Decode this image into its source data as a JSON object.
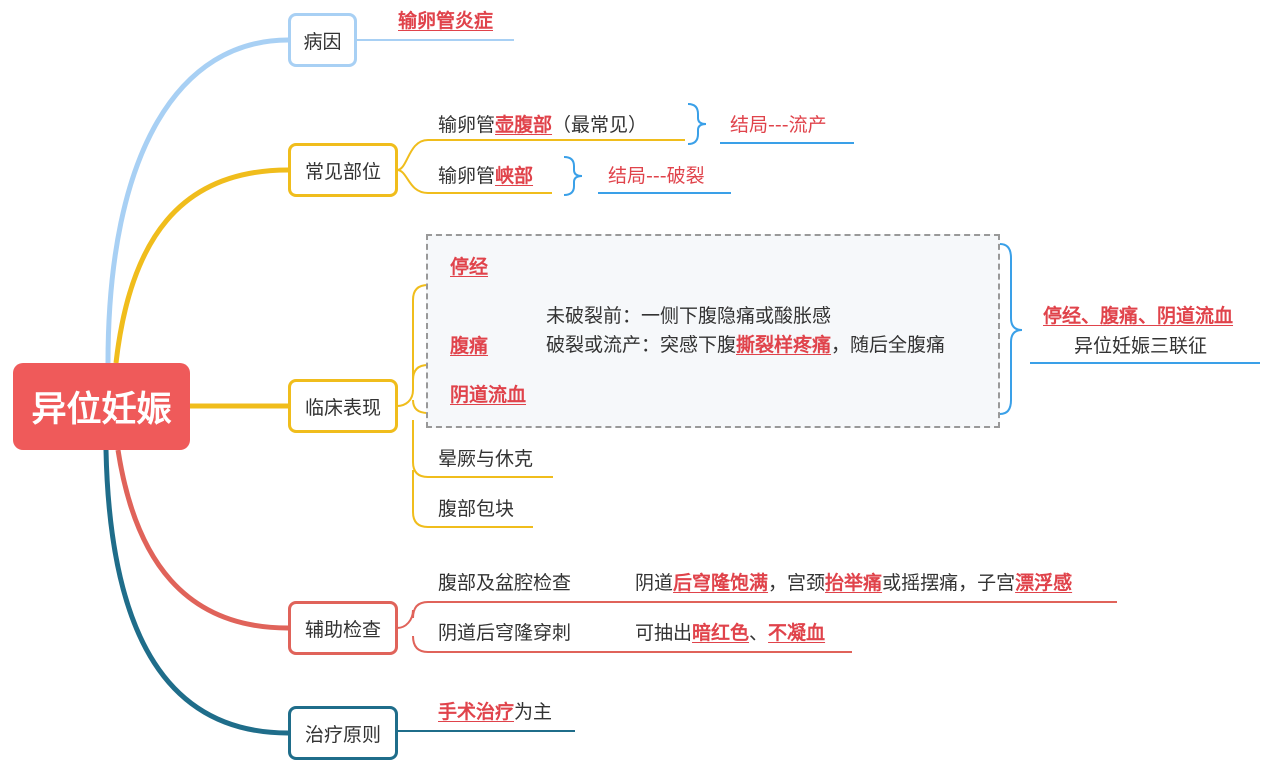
{
  "root": {
    "label": "异位妊娠"
  },
  "colors": {
    "root": "#ef5a5a",
    "blue": "#a8d0f4",
    "yellow": "#f0bd1c",
    "red": "#e0635a",
    "teal": "#1f6d8a",
    "accent_text": "#e0434b",
    "link_blue": "#3aa0e8"
  },
  "branches": {
    "cause": {
      "label": "病因",
      "content": "输卵管炎症"
    },
    "site": {
      "label": "常见部位",
      "item1": {
        "pre": "输卵管",
        "hl": "壶腹部",
        "post": "（最常见）",
        "outcome": "结局---流产"
      },
      "item2": {
        "pre": "输卵管",
        "hl": "峡部",
        "outcome": "结局---破裂"
      }
    },
    "clinical": {
      "label": "临床表现",
      "amenorrhea": "停经",
      "pain": {
        "label": "腹痛",
        "line1": "未破裂前：一侧下腹隐痛或酸胀感",
        "line2_pre": "破裂或流产：突感下腹",
        "line2_hl": "撕裂样疼痛",
        "line2_post": "，随后全腹痛"
      },
      "bleeding": "阴道流血",
      "syncope": "晕厥与休克",
      "mass": "腹部包块",
      "triad_title": "停经、腹痛、阴道流血",
      "triad_caption": "异位妊娠三联征"
    },
    "aux": {
      "label": "辅助检查",
      "exam1": {
        "label": "腹部及盆腔检查",
        "f1": "阴道",
        "f2": "后穹隆饱满",
        "f3": "，宫颈",
        "f4": "抬举痛",
        "f5": "或摇摆痛，子宫",
        "f6": "漂浮感"
      },
      "exam2": {
        "label": "阴道后穹隆穿刺",
        "f1": "可抽出",
        "f2": "暗红色",
        "f3": "、",
        "f4": "不凝血"
      }
    },
    "treat": {
      "label": "治疗原则",
      "hl": "手术治疗",
      "post": "为主"
    }
  }
}
